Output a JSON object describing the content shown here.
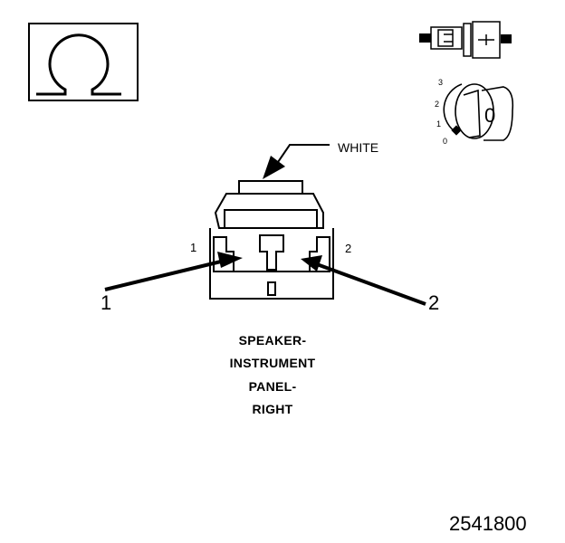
{
  "wire_color": "WHITE",
  "pins": {
    "small": [
      "1",
      "2"
    ],
    "large": [
      "1",
      "2"
    ]
  },
  "title_lines": [
    "SPEAKER-",
    "INSTRUMENT",
    "PANEL-",
    "RIGHT"
  ],
  "key_position_scale": [
    "3",
    "2",
    "1",
    "0"
  ],
  "key_label": "0",
  "figure_number": "2541800",
  "icons": {
    "omega_symbol": "ohmmeter-icon",
    "connector_pair": "connector-icon",
    "ignition_key": "ignition-key-icon"
  },
  "colors": {
    "ink": "#000000",
    "background": "#ffffff"
  }
}
